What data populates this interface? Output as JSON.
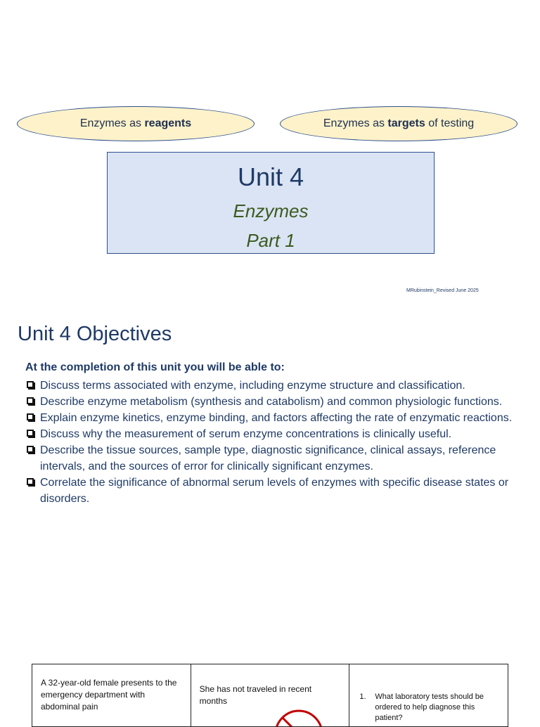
{
  "ovals": {
    "left": {
      "prefix": "Enzymes as ",
      "emphasis": "reagents",
      "suffix": ""
    },
    "right": {
      "prefix": "Enzymes as ",
      "emphasis": "targets",
      "suffix": " of testing"
    }
  },
  "title_box": {
    "unit": "Unit 4",
    "subtitle_line1": "Enzymes",
    "subtitle_line2": "Part 1"
  },
  "credit": "MRubinstein_Revised June 2025",
  "objectives": {
    "heading": "Unit 4 Objectives",
    "intro": "At the completion of this unit you will be able to:",
    "items": [
      "Discuss terms associated with enzyme, including enzyme structure and classification.",
      "Describe enzyme metabolism (synthesis and catabolism) and common physiologic functions.",
      "Explain enzyme kinetics, enzyme binding, and factors affecting the rate of enzymatic reactions.",
      "Discuss why the measurement of serum enzyme concentrations is clinically useful.",
      "Describe the tissue sources, sample type, diagnostic significance, clinical assays, reference intervals, and the sources of error for clinically significant enzymes.",
      "Correlate the significance of abnormal serum levels of enzymes with specific disease states or disorders."
    ]
  },
  "case_table": {
    "cell1": "A 32-year-old female presents to the emergency department with abdominal pain",
    "cell2": "She has not traveled in recent months",
    "cell3_number": "1.",
    "cell3_question": "What laboratory tests should be ordered to help diagnose this patient?"
  },
  "colors": {
    "oval_fill": "#fdf2c9",
    "title_box_fill": "#dbe4f4",
    "heading_text": "#1f3a66",
    "subtitle_text": "#3b5a1e",
    "no_symbol": "#c00000"
  },
  "icons": {
    "objective_bullet": "checkbox-icon",
    "case_graphic": "no-symbol-icon"
  }
}
